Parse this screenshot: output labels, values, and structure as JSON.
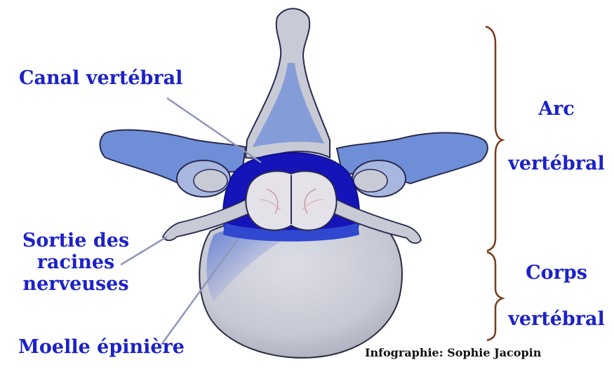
{
  "labels": {
    "canal": "Canal vertébral",
    "sortie_line1": "Sortie des",
    "sortie_line2": "racines",
    "sortie_line3": "nerveuses",
    "moelle": "Moelle épinière",
    "arc_line1": "Arc",
    "arc_line2": "vertébral",
    "corps_line1": "Corps",
    "corps_line2": "vertébral"
  },
  "credit": "Infographie: Sophie Jacopin",
  "colors": {
    "label_text": "#1c22c8",
    "bone_arch": "#6e8ed8",
    "bone_body": "#c9cbd6",
    "canal_dark": "#1414b8",
    "bracket": "#7a3a1c",
    "leader_line": "#8f96b8",
    "credit_text": "#111111"
  }
}
